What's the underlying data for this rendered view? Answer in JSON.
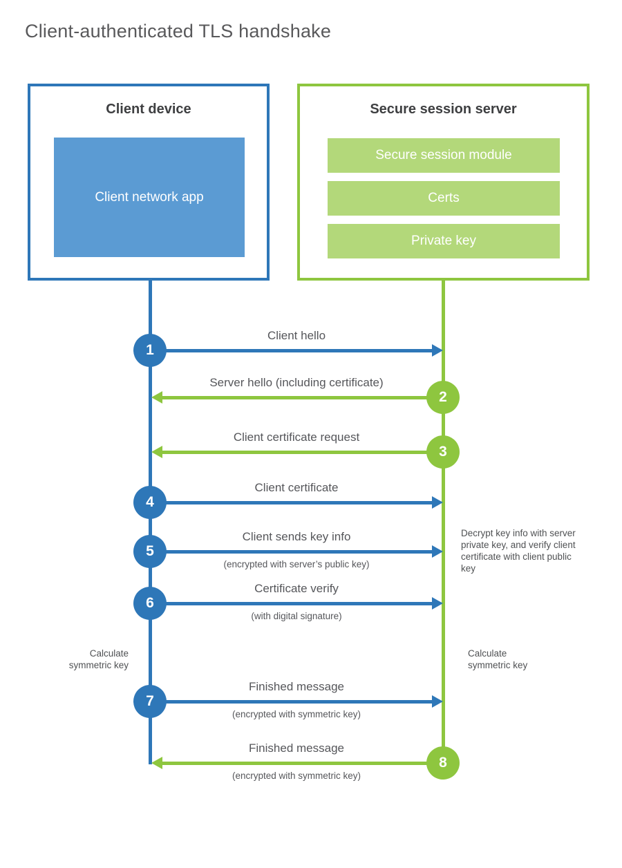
{
  "page": {
    "title": "Client-authenticated TLS handshake"
  },
  "colors": {
    "client_blue": "#2e77b8",
    "client_fill_blue": "#5b9bd3",
    "server_green": "#8ec63f",
    "server_fill_green": "#b3d87a",
    "title_text": "#59595b",
    "heading_text": "#3e3f41",
    "label_text": "#55565a"
  },
  "client_box": {
    "title": "Client device",
    "module": "Client network app"
  },
  "server_box": {
    "title": "Secure session server",
    "modules": [
      "Secure session module",
      "Certs",
      "Private key"
    ]
  },
  "steps": [
    {
      "number": "1",
      "label": "Client hello",
      "sublabel": "",
      "from": "client",
      "to": "server",
      "color": "blue"
    },
    {
      "number": "2",
      "label": "Server hello (including certificate)",
      "sublabel": "",
      "from": "server",
      "to": "client",
      "color": "green"
    },
    {
      "number": "3",
      "label": "Client certificate request",
      "sublabel": "",
      "from": "server",
      "to": "client",
      "color": "green"
    },
    {
      "number": "4",
      "label": "Client certificate",
      "sublabel": "",
      "from": "client",
      "to": "server",
      "color": "blue"
    },
    {
      "number": "5",
      "label": "Client sends key info",
      "sublabel": "(encrypted with server’s public key)",
      "from": "client",
      "to": "server",
      "color": "blue"
    },
    {
      "number": "6",
      "label": "Certificate verify",
      "sublabel": "(with digital signature)",
      "from": "client",
      "to": "server",
      "color": "blue"
    },
    {
      "number": "7",
      "label": "Finished message",
      "sublabel": "(encrypted with symmetric key)",
      "from": "client",
      "to": "server",
      "color": "blue"
    },
    {
      "number": "8",
      "label": "Finished message",
      "sublabel": "(encrypted with symmetric key)",
      "from": "server",
      "to": "client",
      "color": "green"
    }
  ],
  "annotations": {
    "decrypt_note": "Decrypt key info with server private key, and verify client certificate with client public key",
    "calculate_left": "Calculate symmetric key",
    "calculate_right": "Calculate symmetric key"
  }
}
